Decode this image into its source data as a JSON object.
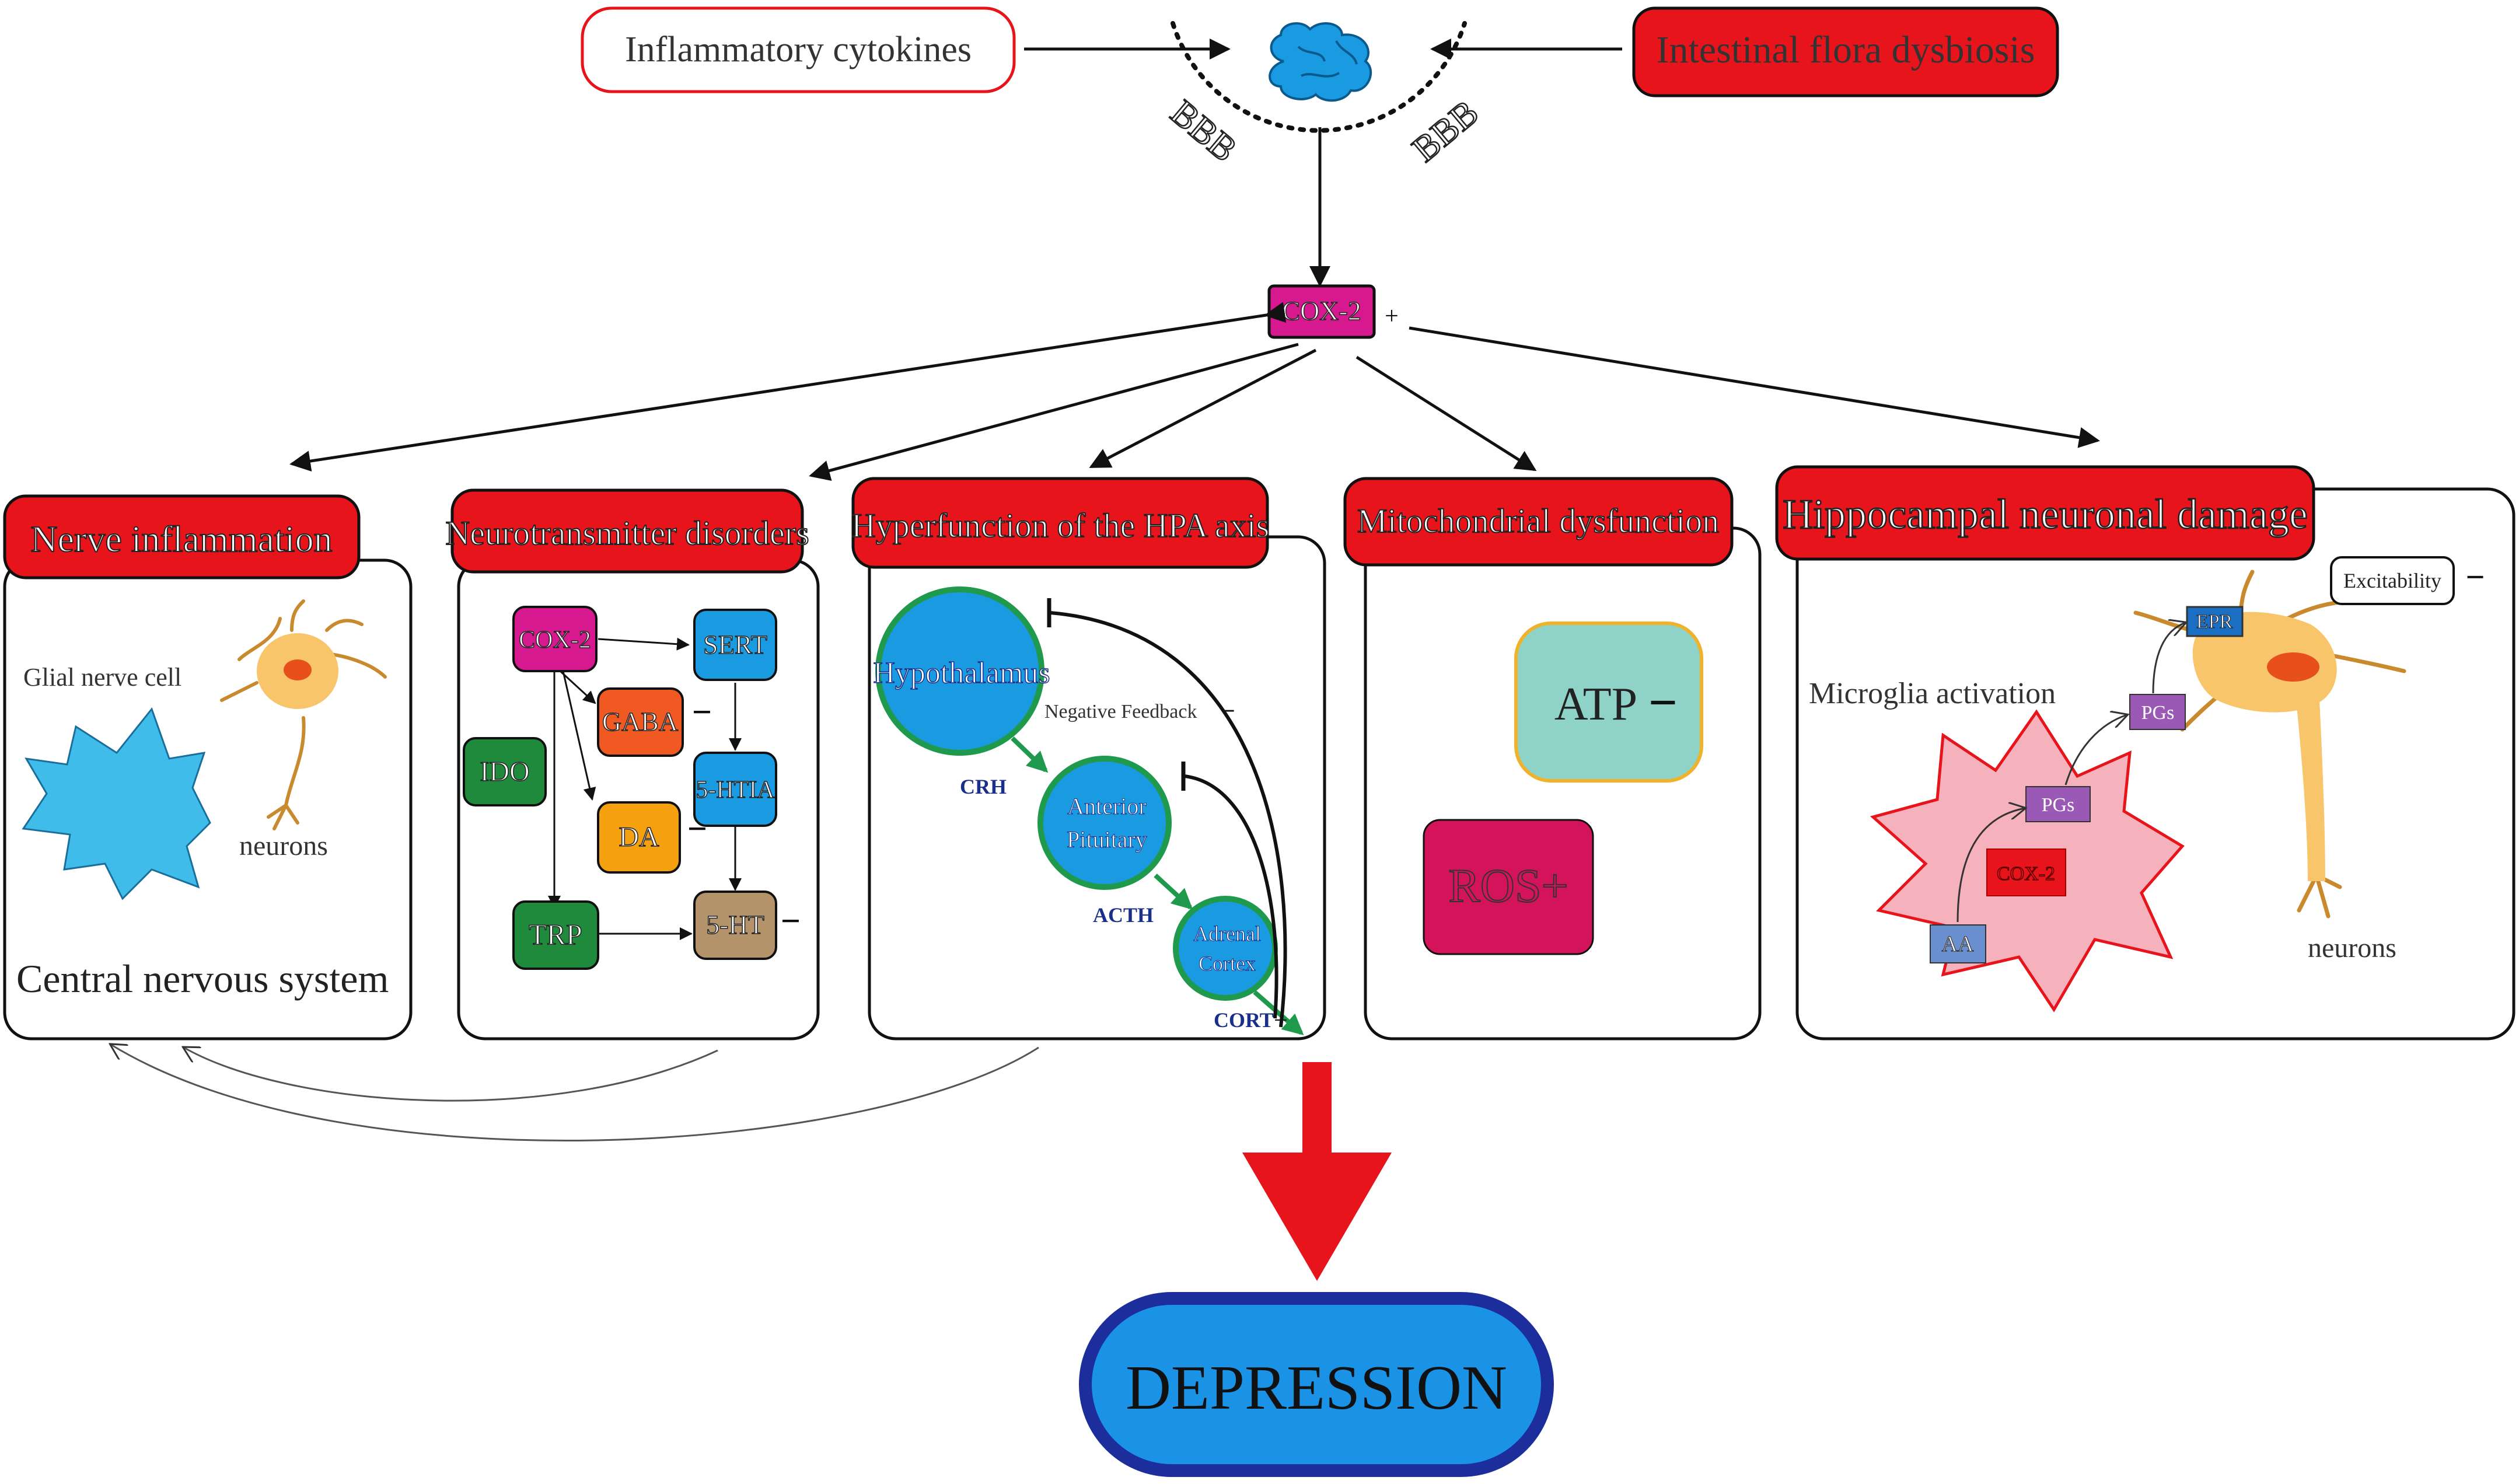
{
  "top": {
    "inflammatory_cytokines": "Inflammatory cytokines",
    "intestinal_flora": "Intestinal flora dysbiosis",
    "bbb_left": "BBB",
    "bbb_right": "BBB",
    "brain_icon": "brain-icon"
  },
  "cox2": {
    "label": "COX-2",
    "sign": "+"
  },
  "panels": {
    "nerve_inflammation": {
      "title": "Nerve inflammation",
      "glial_label": "Glial nerve cell",
      "neurons_label": "neurons",
      "cns_label": "Central nervous system"
    },
    "neurotransmitter": {
      "title": "Neurotransmitter disorders",
      "cox2": "COX-2",
      "sert": "SERT",
      "gaba": "GABA",
      "gaba_sign": "−",
      "ido": "IDO",
      "htia": "5-HTIA",
      "da": "DA",
      "da_sign": "−",
      "trp": "TRP",
      "ht": "5-HT",
      "ht_sign": "−"
    },
    "hpa": {
      "title": "Hyperfunction of the HPA axis",
      "hypothalamus": "Hypothalamus",
      "negative_feedback": "Negative Feedback",
      "neg_sign": "−",
      "crh": "CRH",
      "anterior1": "Anterior",
      "anterior2": "Pituitary",
      "acth": "ACTH",
      "adrenal1": "Adrenal",
      "adrenal2": "Cortex",
      "cort": "CORT",
      "cort_sign": "+"
    },
    "mito": {
      "title": "Mitochondrial dysfunction",
      "atp": "ATP",
      "atp_sign": "−",
      "ros": "ROS+"
    },
    "hippo": {
      "title": "Hippocampal neuronal damage",
      "excitability": "Excitability",
      "excitability_sign": "−",
      "epr": "EPR",
      "pgs_upper": "PGs",
      "pgs_lower": "PGs",
      "cox2": "COX-2",
      "aa": "AA",
      "microglia": "Microglia activation",
      "neurons": "neurons"
    }
  },
  "outcome": {
    "label": "DEPRESSION"
  },
  "colors": {
    "red_title": "#e8141b",
    "magenta": "#d6198f",
    "blue": "#1a9ae0",
    "orange": "#f28c1a",
    "green": "#1f8a3c",
    "tan": "#b5936a",
    "teal": "#8fd3c8",
    "crimson": "#d4145a",
    "pink": "#f5b2bd",
    "arrow_red": "#e8141b",
    "outcome_blue": "#1a93e6",
    "outcome_border": "#1c2d9c",
    "hpa_green": "#1f9a4c",
    "dark_blue_text": "#1a2f8a"
  }
}
